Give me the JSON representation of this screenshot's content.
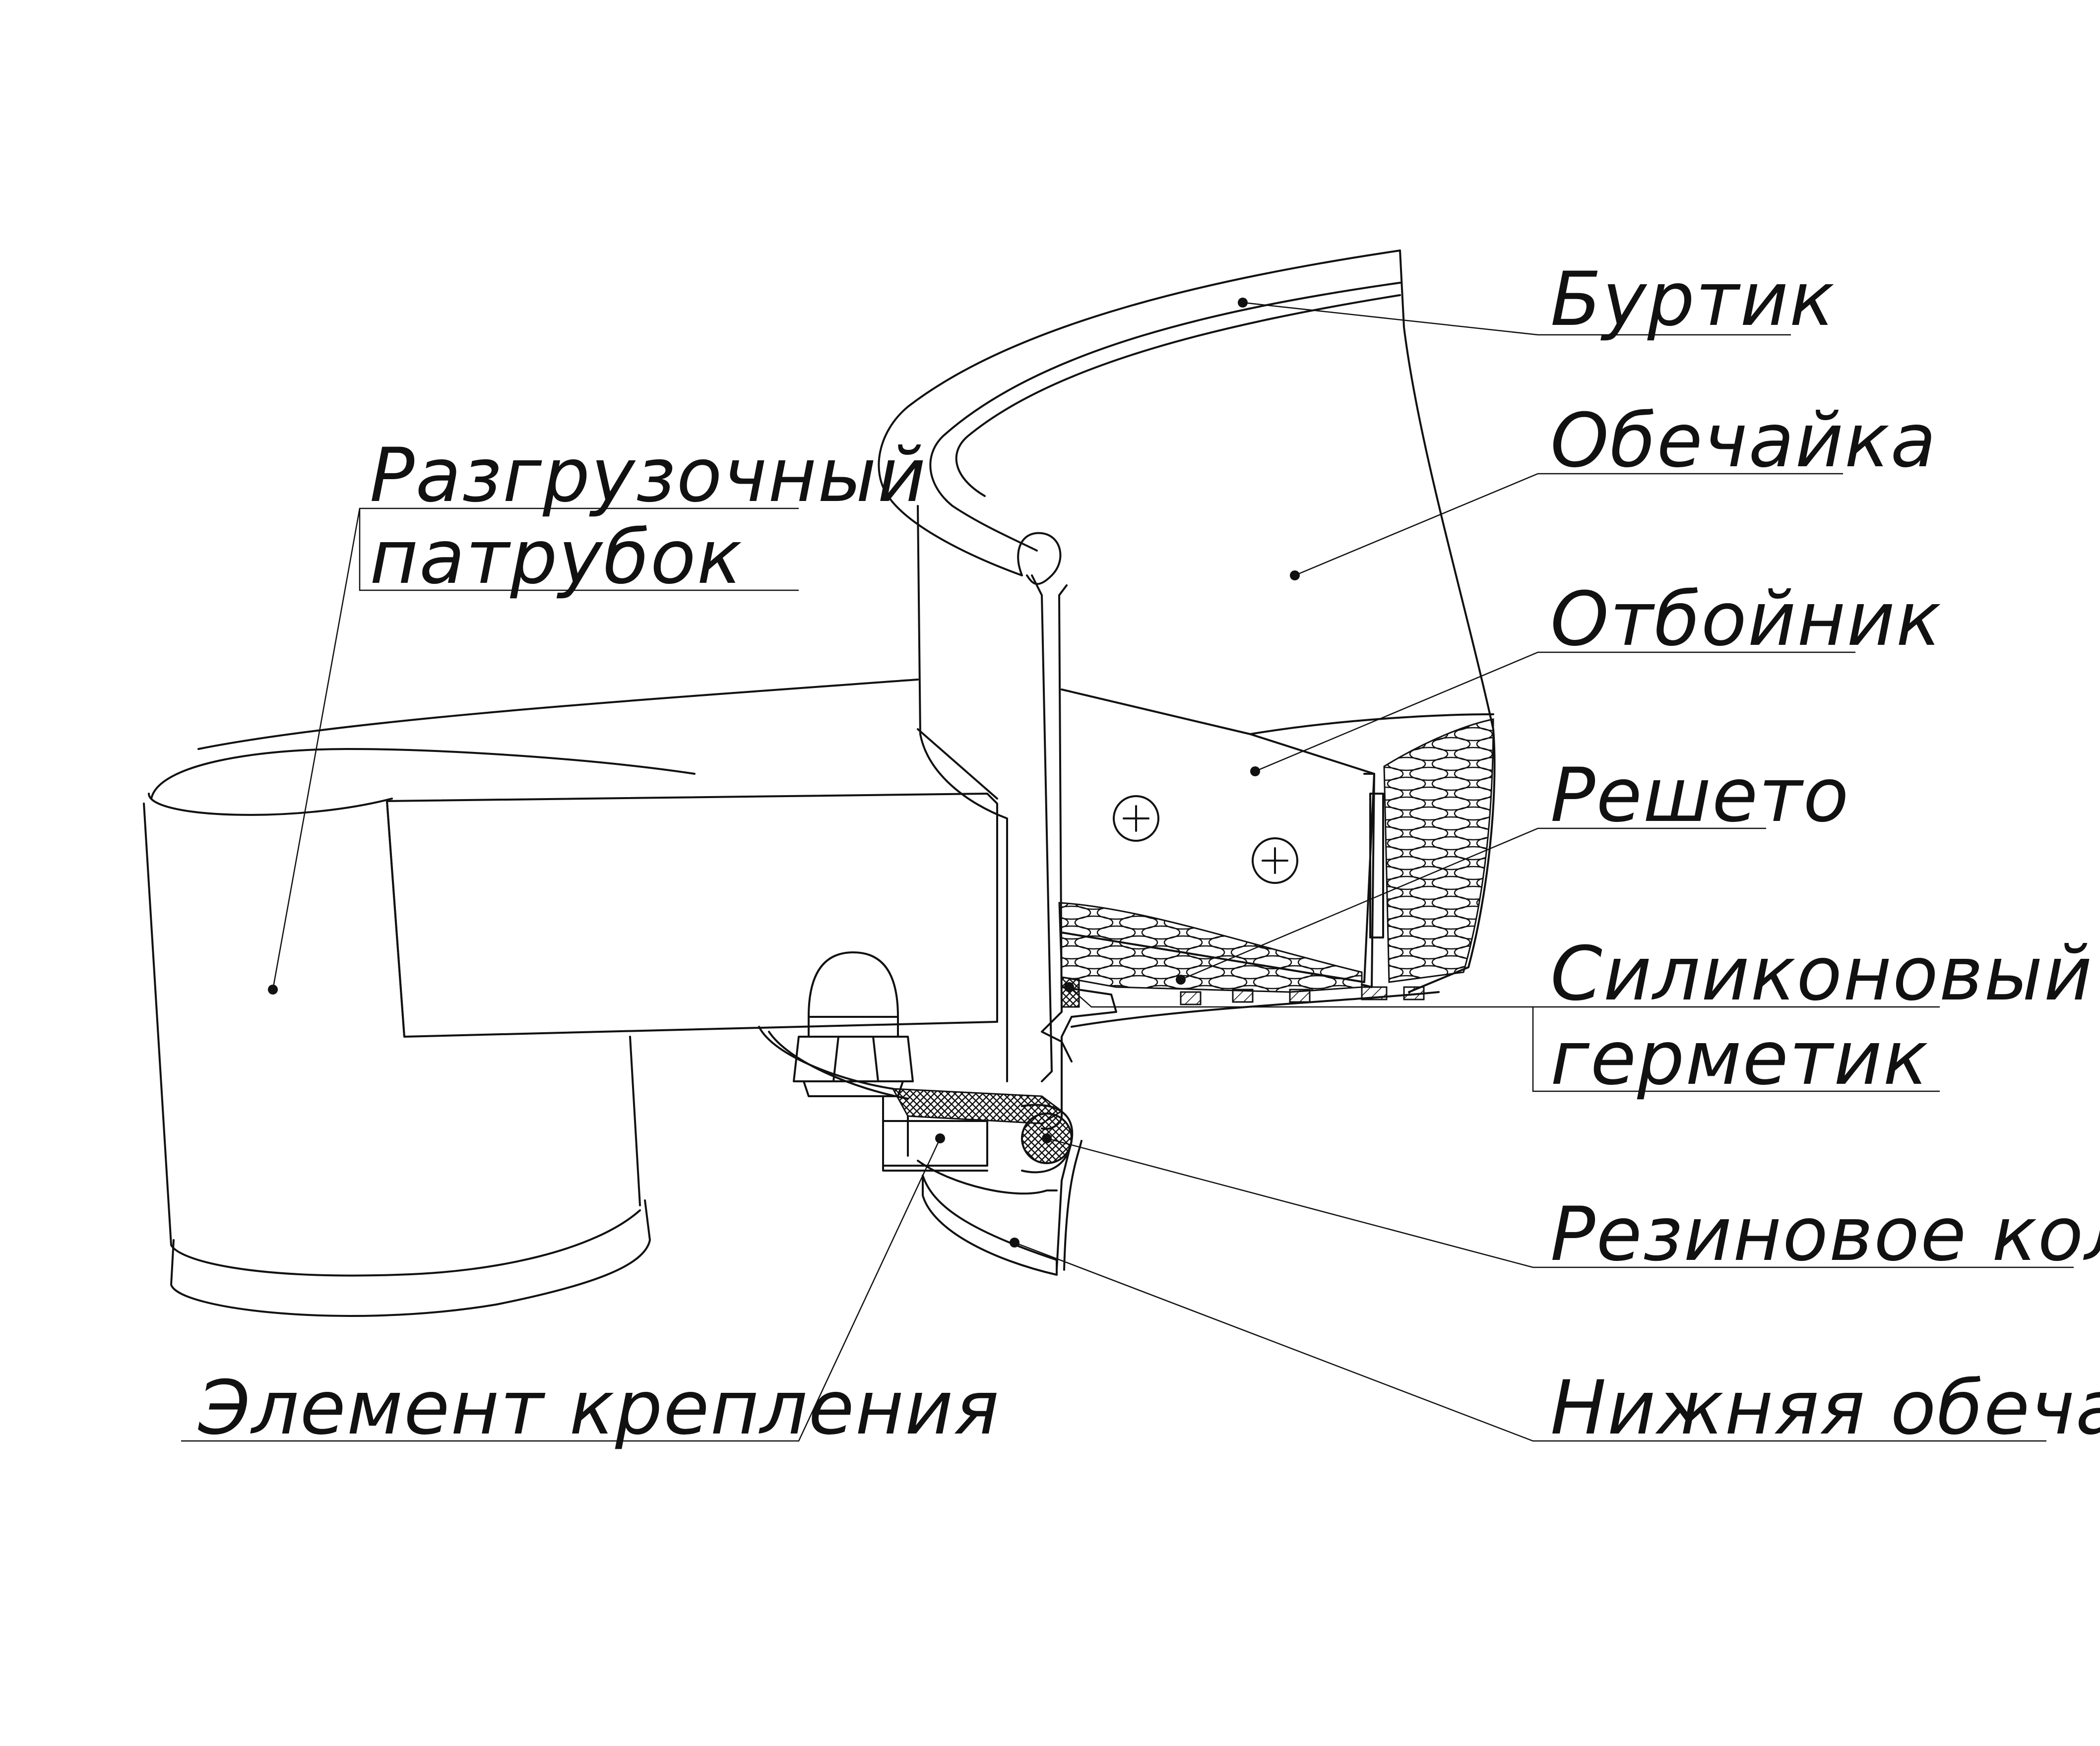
{
  "labels": {
    "burtik": "Буртик",
    "obechaika": "Обечайка",
    "otboinik": "Отбойник",
    "resheto": "Решето",
    "silikonovy": "Силиконовый",
    "germetik": "герметик",
    "rezinovoe_kolco": "Резиновое кольцо",
    "nizhnyaya_obechaika": "Нижняя обечайка",
    "razgruzochny": "Разгрузочный",
    "patrubok": "патрубок",
    "element_krepleniya": "Элемент крепления"
  },
  "colors": {
    "line": "#111111",
    "background": "#ffffff"
  }
}
